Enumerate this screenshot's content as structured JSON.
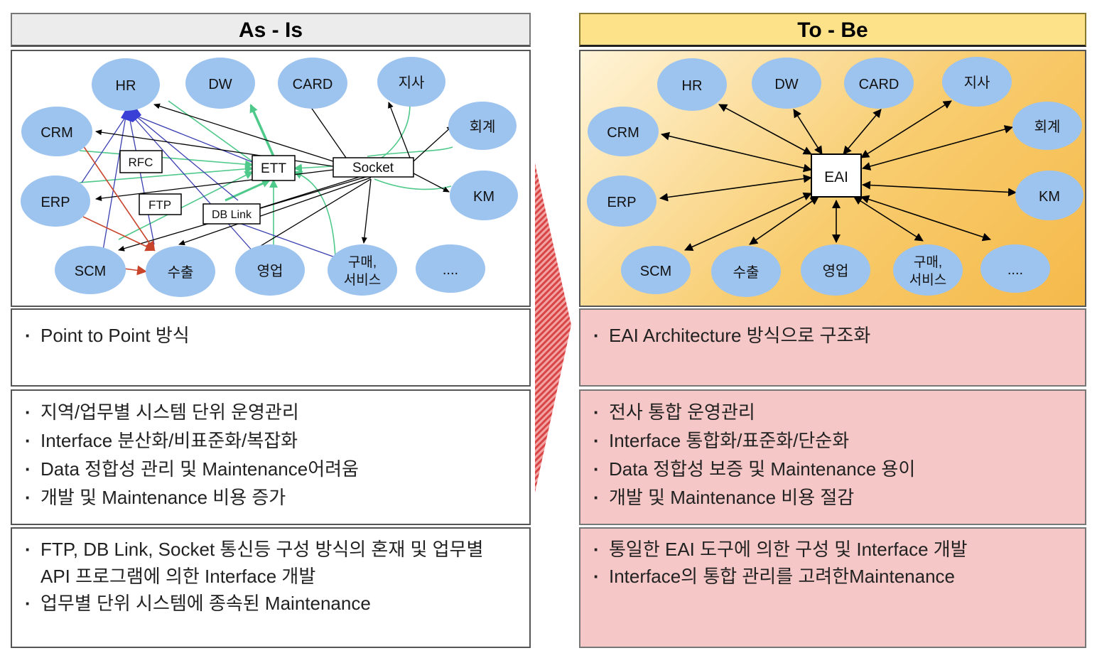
{
  "asis": {
    "title": "As - Is",
    "nodes": {
      "hr": "HR",
      "dw": "DW",
      "card": "CARD",
      "jisa": "지사",
      "hoegye": "회계",
      "crm": "CRM",
      "erp": "ERP",
      "km": "KM",
      "scm": "SCM",
      "suchul": "수출",
      "yeongeop": "영업",
      "gumae_line1": "구매,",
      "gumae_line2": "서비스",
      "etc": "...."
    },
    "protocols": {
      "rfc": "RFC",
      "ftp": "FTP",
      "ett": "ETT",
      "socket": "Socket",
      "dblink": "DB Link"
    },
    "method": [
      "Point to Point 방식"
    ],
    "issues": [
      "지역/업무별 시스템 단위 운영관리",
      "Interface 분산화/비표준화/복잡화",
      "Data 정합성 관리 및 Maintenance어려움",
      "개발 및 Maintenance 비용 증가"
    ],
    "details": [
      {
        "line1": "FTP, DB Link, Socket 통신등 구성 방식의 혼재 및 업무별",
        "line2": "API 프로그램에 의한 Interface 개발"
      },
      {
        "line1": "업무별 단위 시스템에 종속된 Maintenance",
        "line2": ""
      }
    ]
  },
  "tobe": {
    "title": "To - Be",
    "hub": "EAI",
    "nodes": {
      "hr": "HR",
      "dw": "DW",
      "card": "CARD",
      "jisa": "지사",
      "hoegye": "회계",
      "crm": "CRM",
      "erp": "ERP",
      "km": "KM",
      "scm": "SCM",
      "suchul": "수출",
      "yeongeop": "영업",
      "gumae_line1": "구매,",
      "gumae_line2": "서비스",
      "etc": "...."
    },
    "method": [
      "EAI Architecture 방식으로 구조화"
    ],
    "benefits": [
      "전사 통합 운영관리",
      "Interface 통합화/표준화/단순화",
      "Data 정합성 보증 및 Maintenance 용이",
      "개발 및 Maintenance 비용 절감"
    ],
    "details": [
      "통일한 EAI 도구에 의한 구성 및 Interface 개발",
      "Interface의 통합 관리를 고려한Maintenance"
    ]
  },
  "colors": {
    "node_fill": "#9dc3ef",
    "hub_fill": "#3a3fd6",
    "green_line": "#4fc98a",
    "blue_line": "#3a3fb0",
    "red_line": "#c8452c",
    "transition_arrow": "#e05a5a",
    "tobe_header": "#fde28a",
    "tobe_box": "#f6c7c7"
  }
}
